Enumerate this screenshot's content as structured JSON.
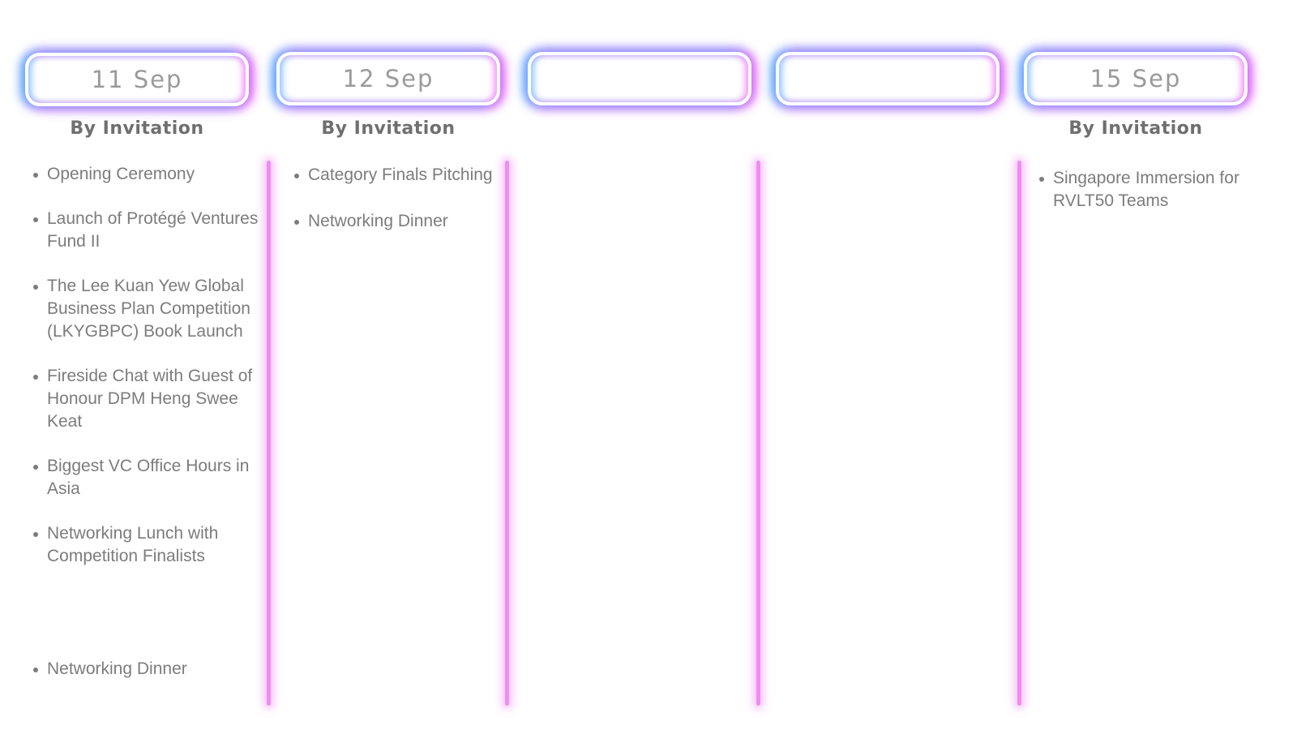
{
  "columns": [
    {
      "date": "11 Sep",
      "subtitle": "By Invitation",
      "items": [
        "Opening Ceremony",
        "Launch of Protégé Ventures Fund II",
        "The Lee Kuan Yew Global Business Plan Competition (LKYGBPC) Book Launch",
        "Fireside Chat with Guest of Honour DPM Heng Swee Keat",
        "Biggest VC Office Hours in Asia",
        "Networking Lunch with Competition Finalists",
        "Networking Dinner"
      ]
    },
    {
      "date": "12 Sep",
      "subtitle": "By Invitation",
      "items": [
        "Category Finals Pitching",
        "Networking Dinner"
      ]
    },
    {
      "date": "",
      "subtitle": "",
      "items": []
    },
    {
      "date": "",
      "subtitle": "",
      "items": []
    },
    {
      "date": "15 Sep",
      "subtitle": "By Invitation",
      "items": [
        "Singapore Immersion for RVLT50 Teams"
      ]
    }
  ],
  "colors": {
    "glow_blue": "#50aaff",
    "glow_pink": "#f05af5",
    "divider": "#f08cf2",
    "text": "#7c7c7c"
  }
}
